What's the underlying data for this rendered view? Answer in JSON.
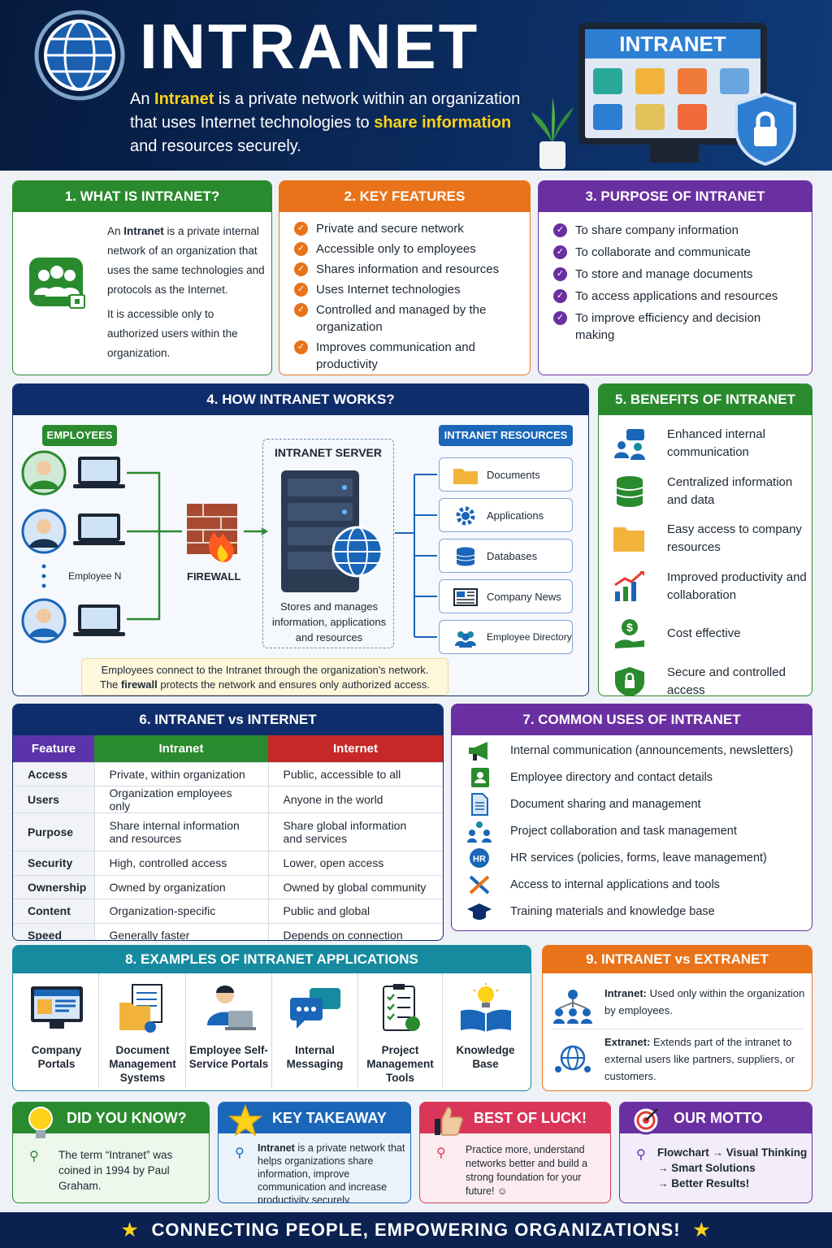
{
  "header": {
    "title": "INTRANET",
    "sub_pre": "An ",
    "sub_hl1": "Intranet",
    "sub_mid": " is a private network within an organization that uses Internet technologies to ",
    "sub_hl2": "share information",
    "sub_post": " and resources securely.",
    "monitor_title": "INTRANET"
  },
  "s1": {
    "title": "1. WHAT IS INTRANET?",
    "p1_pre": "An ",
    "p1_bold": "Intranet",
    "p1_post": " is a private internal network of an organization that uses the same technologies and protocols as the Internet.",
    "p2": "It is accessible only to authorized users within the organization."
  },
  "s2": {
    "title": "2. KEY FEATURES",
    "items": [
      "Private and secure network",
      "Accessible only to employees",
      "Shares information and resources",
      "Uses Internet technologies",
      "Controlled and managed by the organization",
      "Improves communication and productivity"
    ]
  },
  "s3": {
    "title": "3. PURPOSE OF INTRANET",
    "items": [
      "To share company information",
      "To collaborate and communicate",
      "To store and manage documents",
      "To access applications and resources",
      "To improve efficiency and decision making"
    ]
  },
  "s4": {
    "title": "4. HOW INTRANET WORKS?",
    "employees": "EMPLOYEES",
    "employee_label": "Employee N",
    "firewall": "FIREWALL",
    "server": "INTRANET SERVER",
    "server_desc": "Stores and manages information, applications and resources",
    "resources_title": "INTRANET RESOURCES",
    "resources": [
      "Documents",
      "Applications",
      "Databases",
      "Company News",
      "Employee Directory"
    ],
    "note_l1": "Employees connect to the Intranet through the organization's network.",
    "note_l2_pre": "The ",
    "note_l2_bold": "firewall",
    "note_l2_post": " protects the network and ensures only authorized access."
  },
  "s5": {
    "title": "5. BENEFITS OF INTRANET",
    "items": [
      "Enhanced internal communication",
      "Centralized information and data",
      "Easy access to company resources",
      "Improved productivity and collaboration",
      "Cost effective",
      "Secure and controlled access"
    ]
  },
  "s6": {
    "title": "6. INTRANET vs INTERNET",
    "headers": [
      "Feature",
      "Intranet",
      "Internet"
    ],
    "rows": [
      [
        "Access",
        "Private, within organization",
        "Public, accessible to all"
      ],
      [
        "Users",
        "Organization employees only",
        "Anyone in the world"
      ],
      [
        "Purpose",
        "Share internal information and resources",
        "Share global information and services"
      ],
      [
        "Security",
        "High, controlled access",
        "Lower, open access"
      ],
      [
        "Ownership",
        "Owned by organization",
        "Owned by global community"
      ],
      [
        "Content",
        "Organization-specific",
        "Public and global"
      ],
      [
        "Speed",
        "Generally faster",
        "Depends on connection"
      ]
    ]
  },
  "s7": {
    "title": "7. COMMON USES OF INTRANET",
    "items": [
      "Internal communication (announcements, newsletters)",
      "Employee directory and contact details",
      "Document sharing and management",
      "Project collaboration and task management",
      "HR services (policies, forms, leave management)",
      "Access to internal applications and tools",
      "Training materials and knowledge base"
    ]
  },
  "s8": {
    "title": "8. EXAMPLES OF INTRANET APPLICATIONS",
    "items": [
      "Company Portals",
      "Document Management Systems",
      "Employee Self-Service Portals",
      "Internal Messaging",
      "Project Management Tools",
      "Knowledge Base"
    ]
  },
  "s9": {
    "title": "9. INTRANET vs EXTRANET",
    "intranet_bold": "Intranet:",
    "intranet_text": " Used only within the organization by employees.",
    "extranet_bold": "Extranet:",
    "extranet_text": " Extends part of the intranet to external users like partners, suppliers, or customers."
  },
  "didyouknow": {
    "title": "DID YOU KNOW?",
    "text": "The term “Intranet” was coined in 1994 by Paul Graham."
  },
  "takeaway": {
    "title": "KEY TAKEAWAY",
    "bold": "Intranet",
    "text": " is a private network that helps organizations share information, improve communication and increase productivity securely."
  },
  "luck": {
    "title": "BEST OF LUCK!",
    "text": "Practice more, understand networks better and build a strong foundation for your future! ☺"
  },
  "motto": {
    "title": "OUR MOTTO",
    "l1": "Flowchart → Visual Thinking",
    "l2": "→ Smart Solutions",
    "l3": "→ Better Results!"
  },
  "footer": {
    "text": "CONNECTING PEOPLE, EMPOWERING ORGANIZATIONS!"
  },
  "colors": {
    "green": "#2a8a2e",
    "orange": "#e8731a",
    "purple": "#6a2fa0",
    "navy": "#102d6b",
    "teal": "#168a9e",
    "red": "#c62828",
    "blue": "#1a66b8",
    "pink": "#d9365a"
  }
}
